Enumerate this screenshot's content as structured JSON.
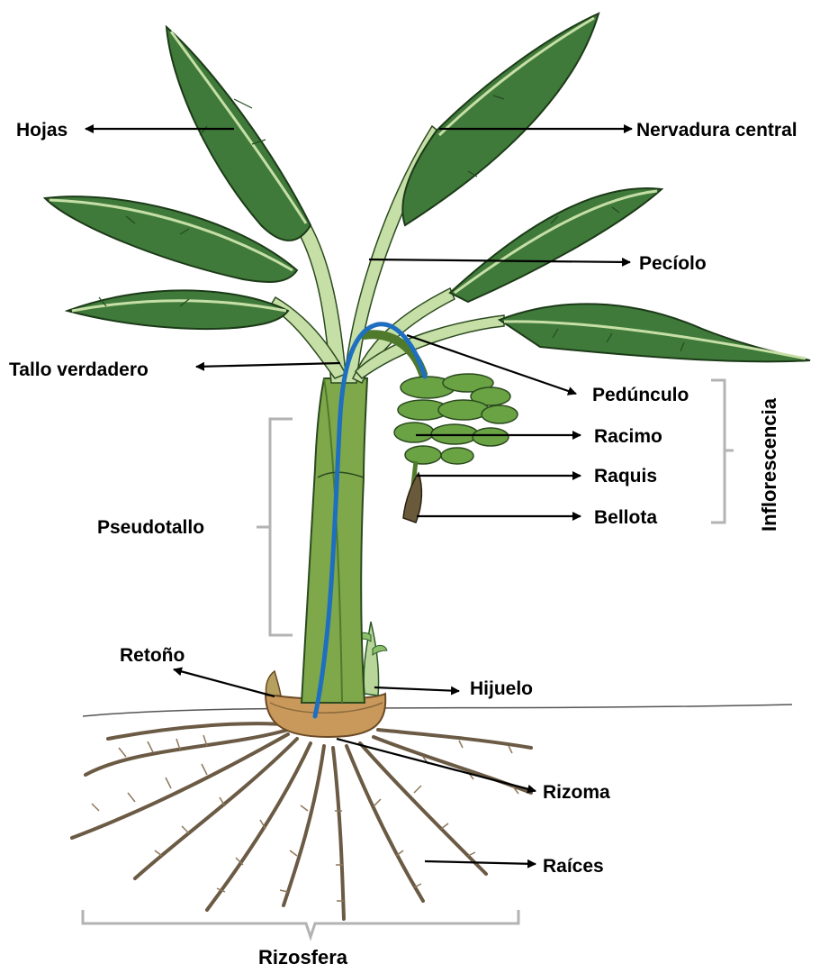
{
  "labels": {
    "hojas": "Hojas",
    "nervadura": "Nervadura central",
    "peciolo": "Pecíolo",
    "tallo_verdadero": "Tallo verdadero",
    "pedunculo": "Pedúnculo",
    "racimo": "Racimo",
    "raquis": "Raquis",
    "bellota": "Bellota",
    "inflorescencia": "Inflorescencia",
    "pseudotallo": "Pseudotallo",
    "retono": "Retoño",
    "hijuelo": "Hijuelo",
    "rizoma": "Rizoma",
    "raices": "Raíces",
    "rizosfera": "Rizosfera"
  },
  "colors": {
    "leaf": "#3f7a3a",
    "leaf_dark": "#2b5a28",
    "midrib": "#c6dfa6",
    "stem": "#7ea84a",
    "true_stem_line": "#1f6fc0",
    "rhizome": "#c9995c",
    "root": "#6b5a44",
    "bracket": "#b3b3b3",
    "fruit": "#6aa343"
  }
}
